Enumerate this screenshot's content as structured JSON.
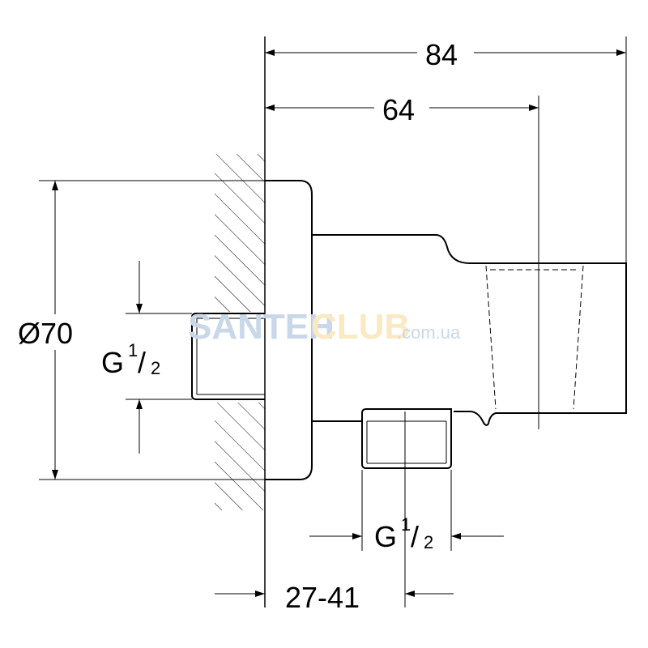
{
  "dimensions": {
    "overall_length": "84",
    "center_length": "64",
    "flange_diameter": "Ø70",
    "wall_thread": {
      "main": "G",
      "num": "1",
      "den": "2"
    },
    "outlet_thread": {
      "main": "G",
      "num": "1",
      "den": "2"
    },
    "wall_depth": "27-41"
  },
  "watermark": {
    "part1": "SANTEH",
    "part2": "CLUB",
    "part3": ".com.ua"
  },
  "colors": {
    "line": "#000000",
    "watermark_blue": "#c9d8e8",
    "watermark_yellow": "#fbe9c2"
  }
}
